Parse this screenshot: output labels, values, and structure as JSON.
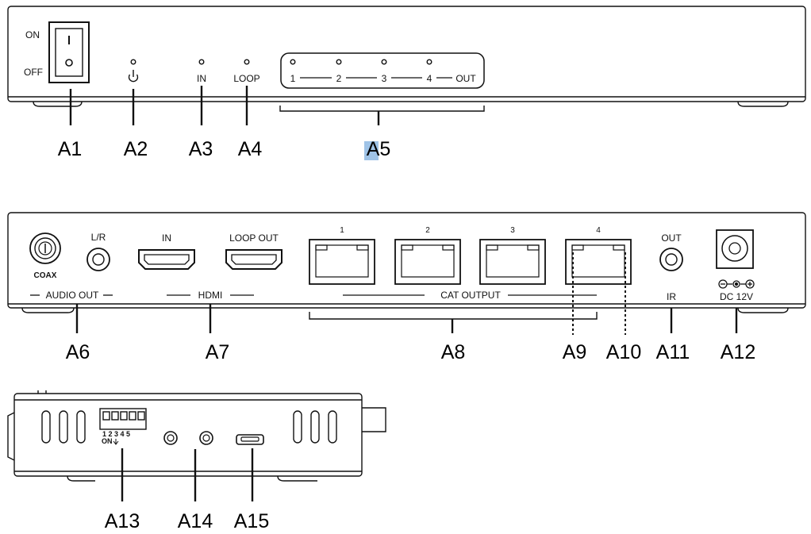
{
  "front_panel": {
    "switch_on": "ON",
    "switch_off": "OFF",
    "power_symbol": "⏻",
    "in_label": "IN",
    "loop_label": "LOOP",
    "out_leds": [
      "1",
      "2",
      "3",
      "4"
    ],
    "out_label": "OUT"
  },
  "rear_panel": {
    "coax_label": "COAX",
    "lr_label": "L/R",
    "audio_out_label": "AUDIO OUT",
    "hdmi_in_label": "IN",
    "hdmi_loop_label": "LOOP OUT",
    "hdmi_label": "HDMI",
    "cat_ports": [
      "1",
      "2",
      "3",
      "4"
    ],
    "cat_output_label": "CAT OUTPUT",
    "ir_out_label": "OUT",
    "ir_label": "IR",
    "dc_label": "DC 12V"
  },
  "receiver": {
    "dip_numbers": "1 2 3 4 5",
    "dip_on": "ON"
  },
  "callouts": {
    "a1": "A1",
    "a2": "A2",
    "a3": "A3",
    "a4": "A4",
    "a5": "A5",
    "a6": "A6",
    "a7": "A7",
    "a8": "A8",
    "a9": "A9",
    "a10": "A10",
    "a11": "A11",
    "a12": "A12",
    "a13": "A13",
    "a14": "A14",
    "a15": "A15"
  },
  "colors": {
    "line": "#111111",
    "highlight": "#9fc3e7"
  }
}
